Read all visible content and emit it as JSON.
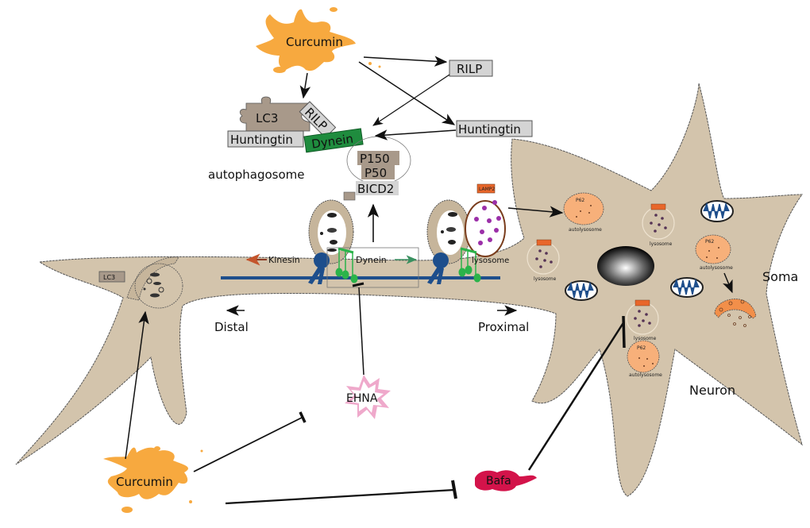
{
  "title": "Curcumin-mediated retrograde autophagosome transport in neurons",
  "colors": {
    "cell": "#d3c4ac",
    "curcumin": "#f7a93f",
    "dynein": "#1f8c3e",
    "protein_box": "#d4d4d4",
    "dynactin_box": "#a8998a",
    "microtubule": "#1f4f8c",
    "motor": "#1d4e8c",
    "ehna": "#efa9cb",
    "bafa": "#d3134a",
    "autolysosome": "#f7b07a",
    "lamp2_tag": "#e8662a",
    "cargo_stars": "#9b2fa8"
  },
  "labels": {
    "curcumin_top": "Curcumin",
    "curcumin_bottom": "Curcumin",
    "rilp_top": "RILP",
    "rilp_complex": "RILP",
    "huntingtin_right": "Huntingtin",
    "huntingtin_complex": "Huntingtin",
    "lc3_complex": "LC3",
    "lc3_distal": "LC3",
    "dynein_box": "Dynein",
    "p150": "P150",
    "p50": "P50",
    "bicd2": "BICD2",
    "autophagosome": "autophagosome",
    "kinesin": "Kinesin",
    "dynein_motor": "Dynein",
    "lysosome_axon": "lysosome",
    "lamp2": "LAMP2",
    "distal": "Distal",
    "proximal": "Proximal",
    "soma": "Soma",
    "neuron": "Neuron",
    "ehna": "EHNA",
    "bafa": "Bafa"
  },
  "soma_organelles": [
    {
      "type": "autolysosome",
      "marker": "P62",
      "label": "autolysosome"
    },
    {
      "type": "lysosome",
      "marker": "LAMP2",
      "label": "lysosome"
    },
    {
      "type": "lysosome",
      "marker": "LAMP2",
      "label": "lysosome"
    },
    {
      "type": "autolysosome",
      "marker": "P62",
      "label": "autolysosome"
    },
    {
      "type": "lysosome",
      "marker": "LAMP2",
      "label": "lysosome"
    },
    {
      "type": "autolysosome",
      "marker": "P62",
      "label": "autolysosome"
    }
  ],
  "relations": [
    {
      "from": "Curcumin",
      "to": "RILP",
      "type": "activates"
    },
    {
      "from": "Curcumin",
      "to": "Huntingtin",
      "type": "activates"
    },
    {
      "from": "Curcumin",
      "to": "LC3",
      "type": "activates"
    },
    {
      "from": "RILP",
      "to": "Dynein",
      "type": "activates"
    },
    {
      "from": "Huntingtin",
      "to": "Dynein",
      "type": "activates"
    },
    {
      "from": "Curcumin",
      "to": "EHNA",
      "type": "inhibits"
    },
    {
      "from": "Curcumin",
      "to": "Bafa",
      "type": "inhibits"
    },
    {
      "from": "EHNA",
      "to": "Dynein",
      "type": "inhibits"
    },
    {
      "from": "Bafa",
      "to": "lysosome",
      "type": "inhibits"
    }
  ]
}
